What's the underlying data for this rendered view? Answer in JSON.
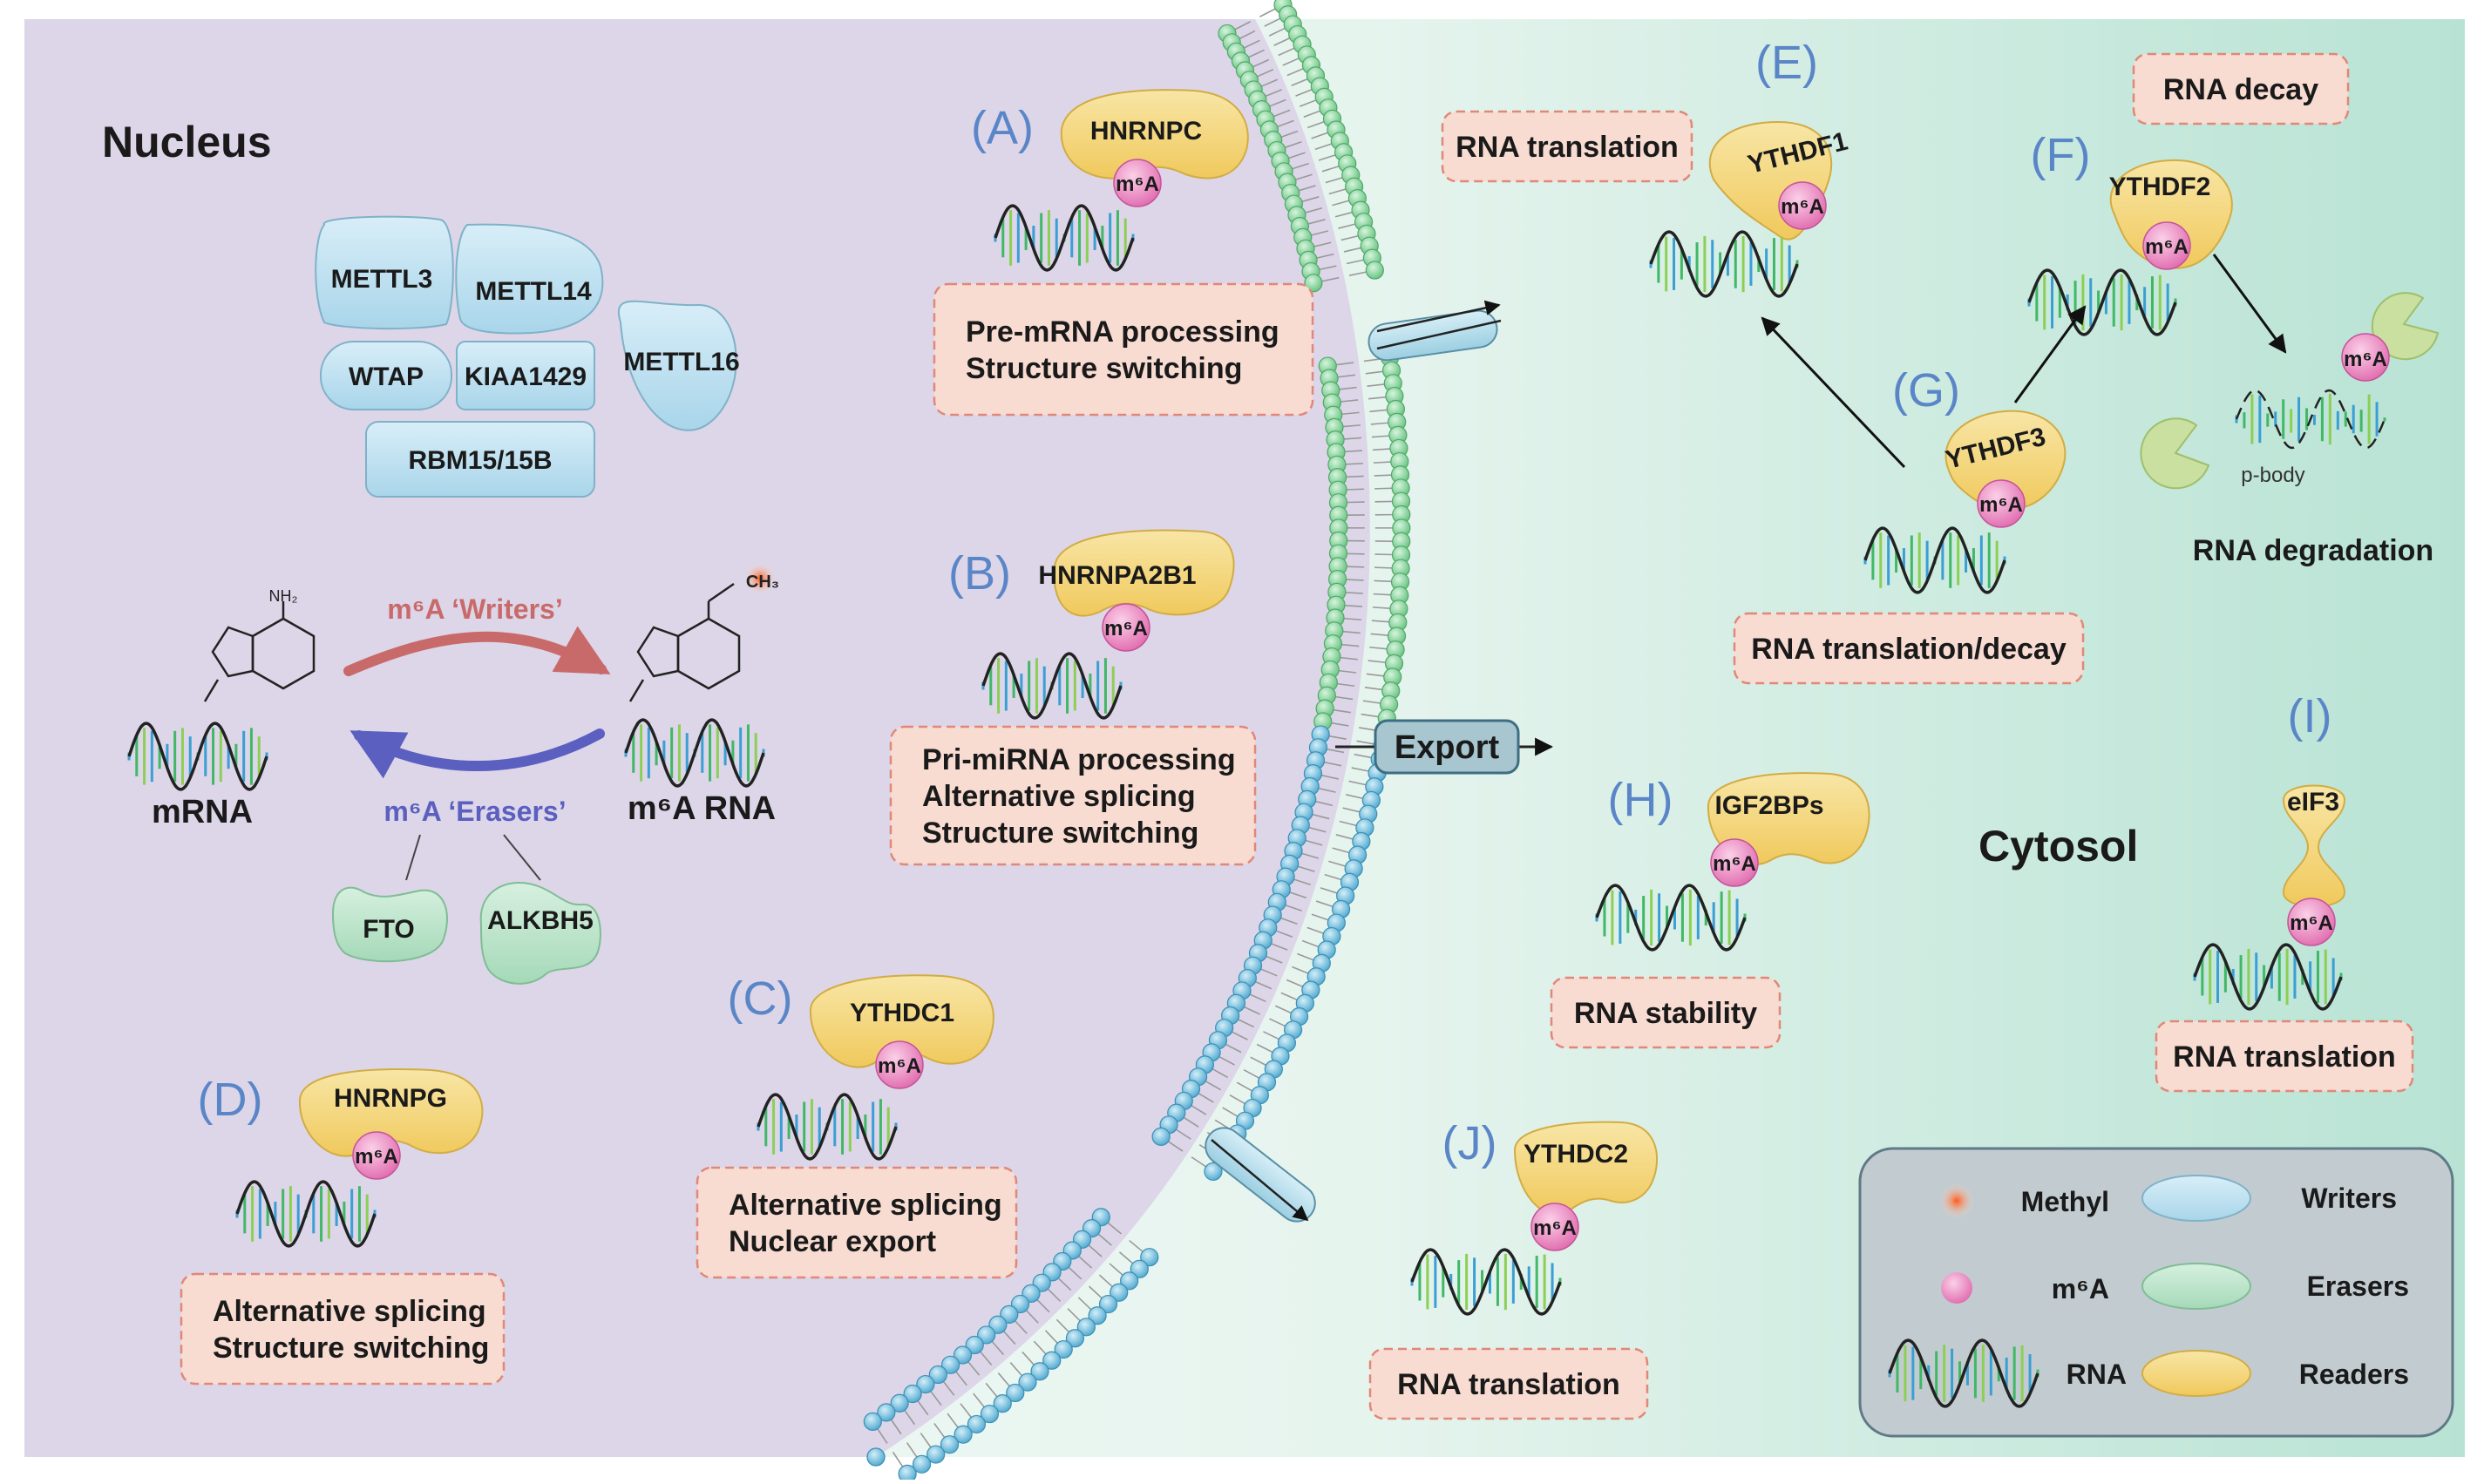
{
  "regions": {
    "nucleus_label": "Nucleus",
    "cytosol_label": "Cytosol"
  },
  "writers": {
    "items": [
      "METTL3",
      "METTL14",
      "WTAP",
      "KIAA1429",
      "METTL16",
      "RBM15/15B"
    ]
  },
  "chemistry": {
    "nh2_label": "NH₂",
    "ch3_label": "CH₃",
    "writers_arrow_label": "m⁶A ‘Writers’",
    "erasers_arrow_label": "m⁶A ‘Erasers’",
    "mrna_label": "mRNA",
    "m6a_rna_label": "m⁶A RNA"
  },
  "erasers": {
    "items": [
      "FTO",
      "ALKBH5"
    ]
  },
  "mark_label": "m⁶A",
  "export_label": "Export",
  "readers": [
    {
      "letter": "(A)",
      "protein": "HNRNPC",
      "functions": [
        "Pre-mRNA processing",
        "Structure switching"
      ]
    },
    {
      "letter": "(B)",
      "protein": "HNRNPA2B1",
      "functions": [
        "Pri-miRNA processing",
        "Alternative splicing",
        "Structure switching"
      ]
    },
    {
      "letter": "(C)",
      "protein": "YTHDC1",
      "functions": [
        "Alternative splicing",
        "Nuclear export"
      ]
    },
    {
      "letter": "(D)",
      "protein": "HNRNPG",
      "functions": [
        "Alternative splicing",
        "Structure switching"
      ]
    },
    {
      "letter": "(E)",
      "protein": "YTHDF1",
      "functions": [
        "RNA translation"
      ]
    },
    {
      "letter": "(F)",
      "protein": "YTHDF2",
      "functions": [
        "RNA decay"
      ]
    },
    {
      "letter": "(G)",
      "protein": "YTHDF3",
      "functions": [
        "RNA translation/decay"
      ]
    },
    {
      "letter": "(H)",
      "protein": "IGF2BPs",
      "functions": [
        "RNA stability"
      ]
    },
    {
      "letter": "(I)",
      "protein": "eIF3",
      "functions": [
        "RNA translation"
      ]
    },
    {
      "letter": "(J)",
      "protein": "YTHDC2",
      "functions": [
        "RNA translation"
      ]
    }
  ],
  "degradation": {
    "pbody_label": "p-body",
    "label": "RNA degradation"
  },
  "legend": {
    "methyl": "Methyl",
    "m6a": "m⁶A",
    "rna": "RNA",
    "writers": "Writers",
    "erasers": "Erasers",
    "readers": "Readers"
  },
  "colors": {
    "nucleus_bg": "#dcd6e8",
    "cytosol_bg": "#dcefe8",
    "writer_fill": "#bfe0ef",
    "eraser_fill": "#bfe4cf",
    "reader_fill": "#f3d67f",
    "m6a_fill": "#e07bb5",
    "box_fill": "#f8dcd2",
    "box_stroke": "#e08878",
    "letter_color": "#5a86c8",
    "writers_arrow": "#c96a6a",
    "erasers_arrow": "#5b5fc0",
    "lipid_head": "#7fcf8e",
    "lipid_head_lower": "#6ab7d9",
    "legend_bg": "#c2ccd0"
  }
}
